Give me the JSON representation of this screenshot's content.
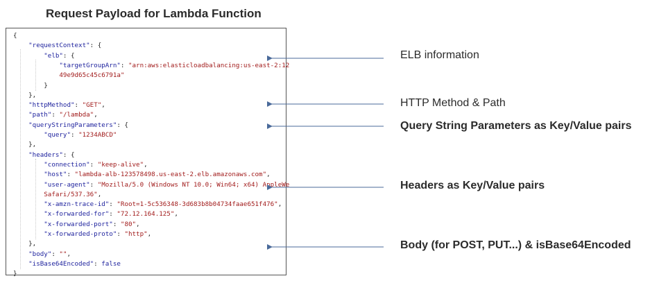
{
  "title": "Request Payload for Lambda Function",
  "code_lines": [
    [
      {
        "t": "{",
        "c": "p"
      }
    ],
    [
      {
        "t": "    \"requestContext\"",
        "c": "k"
      },
      {
        "t": ": {",
        "c": "p"
      }
    ],
    [
      {
        "t": "        \"elb\"",
        "c": "k"
      },
      {
        "t": ": {",
        "c": "p"
      }
    ],
    [
      {
        "t": "            \"targetGroupArn\"",
        "c": "k"
      },
      {
        "t": ": ",
        "c": "p"
      },
      {
        "t": "\"arn:aws:elasticloadbalancing:us-east-2:12",
        "c": "s"
      }
    ],
    [
      {
        "t": "            49e9d65c45c6791a\"",
        "c": "s"
      }
    ],
    [
      {
        "t": "        }",
        "c": "p"
      }
    ],
    [
      {
        "t": "    },",
        "c": "p"
      }
    ],
    [
      {
        "t": "    \"httpMethod\"",
        "c": "k"
      },
      {
        "t": ": ",
        "c": "p"
      },
      {
        "t": "\"GET\"",
        "c": "s"
      },
      {
        "t": ",",
        "c": "p"
      }
    ],
    [
      {
        "t": "    \"path\"",
        "c": "k"
      },
      {
        "t": ": ",
        "c": "p"
      },
      {
        "t": "\"/lambda\"",
        "c": "s"
      },
      {
        "t": ",",
        "c": "p"
      }
    ],
    [
      {
        "t": "    \"queryStringParameters\"",
        "c": "k"
      },
      {
        "t": ": {",
        "c": "p"
      }
    ],
    [
      {
        "t": "        \"query\"",
        "c": "k"
      },
      {
        "t": ": ",
        "c": "p"
      },
      {
        "t": "\"1234ABCD\"",
        "c": "s"
      }
    ],
    [
      {
        "t": "    },",
        "c": "p"
      }
    ],
    [
      {
        "t": "    \"headers\"",
        "c": "k"
      },
      {
        "t": ": {",
        "c": "p"
      }
    ],
    [
      {
        "t": "        \"connection\"",
        "c": "k"
      },
      {
        "t": ": ",
        "c": "p"
      },
      {
        "t": "\"keep-alive\"",
        "c": "s"
      },
      {
        "t": ",",
        "c": "p"
      }
    ],
    [
      {
        "t": "        \"host\"",
        "c": "k"
      },
      {
        "t": ": ",
        "c": "p"
      },
      {
        "t": "\"lambda-alb-123578498.us-east-2.elb.amazonaws.com\"",
        "c": "s"
      },
      {
        "t": ",",
        "c": "p"
      }
    ],
    [
      {
        "t": "        \"user-agent\"",
        "c": "k"
      },
      {
        "t": ": ",
        "c": "p"
      },
      {
        "t": "\"Mozilla/5.0 (Windows NT 10.0; Win64; x64) AppleWe",
        "c": "s"
      }
    ],
    [
      {
        "t": "        Safari/537.36\"",
        "c": "s"
      },
      {
        "t": ",",
        "c": "p"
      }
    ],
    [
      {
        "t": "        \"x-amzn-trace-id\"",
        "c": "k"
      },
      {
        "t": ": ",
        "c": "p"
      },
      {
        "t": "\"Root=1-5c536348-3d683b8b04734faae651f476\"",
        "c": "s"
      },
      {
        "t": ",",
        "c": "p"
      }
    ],
    [
      {
        "t": "        \"x-forwarded-for\"",
        "c": "k"
      },
      {
        "t": ": ",
        "c": "p"
      },
      {
        "t": "\"72.12.164.125\"",
        "c": "s"
      },
      {
        "t": ",",
        "c": "p"
      }
    ],
    [
      {
        "t": "        \"x-forwarded-port\"",
        "c": "k"
      },
      {
        "t": ": ",
        "c": "p"
      },
      {
        "t": "\"80\"",
        "c": "s"
      },
      {
        "t": ",",
        "c": "p"
      }
    ],
    [
      {
        "t": "        \"x-forwarded-proto\"",
        "c": "k"
      },
      {
        "t": ": ",
        "c": "p"
      },
      {
        "t": "\"http\"",
        "c": "s"
      },
      {
        "t": ",",
        "c": "p"
      }
    ],
    [
      {
        "t": "    },",
        "c": "p"
      }
    ],
    [
      {
        "t": "    \"body\"",
        "c": "k"
      },
      {
        "t": ": ",
        "c": "p"
      },
      {
        "t": "\"\"",
        "c": "s"
      },
      {
        "t": ",",
        "c": "p"
      }
    ],
    [
      {
        "t": "    \"isBase64Encoded\"",
        "c": "k"
      },
      {
        "t": ": ",
        "c": "p"
      },
      {
        "t": "false",
        "c": "kw"
      }
    ],
    [
      {
        "t": "}",
        "c": "p"
      }
    ]
  ],
  "annotations": [
    {
      "label": "ELB information",
      "bold": false
    },
    {
      "label": "HTTP Method & Path",
      "bold": false
    },
    {
      "label": "Query String Parameters as Key/Value pairs",
      "bold": true
    },
    {
      "label": "Headers as Key/Value pairs",
      "bold": true
    },
    {
      "label": "Body (for POST, PUT...) & isBase64Encoded",
      "bold": true
    }
  ],
  "colors": {
    "json_key": "#1b1f9c",
    "json_string": "#a11b1b",
    "arrow": "#4a6a9a"
  }
}
